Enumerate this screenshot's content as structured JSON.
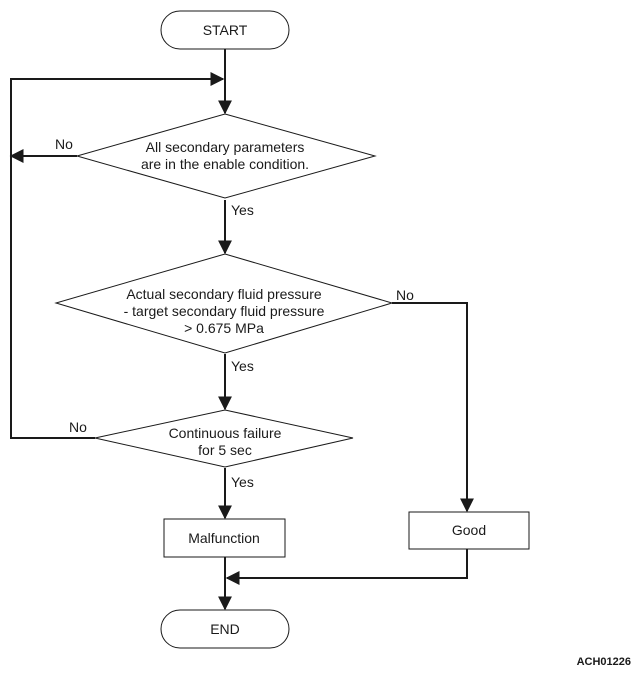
{
  "terminals": {
    "start": "START",
    "end": "END"
  },
  "decisions": {
    "d1": [
      "All secondary parameters",
      "are in the enable condition."
    ],
    "d2": [
      "Actual secondary fluid pressure",
      "- target secondary fluid pressure",
      "> 0.675 MPa"
    ],
    "d3": [
      "Continuous failure",
      "for 5 sec"
    ]
  },
  "processes": {
    "malfunction": "Malfunction",
    "good": "Good"
  },
  "branch_labels": {
    "yes": "Yes",
    "no": "No"
  },
  "figure_code": "ACH01226"
}
